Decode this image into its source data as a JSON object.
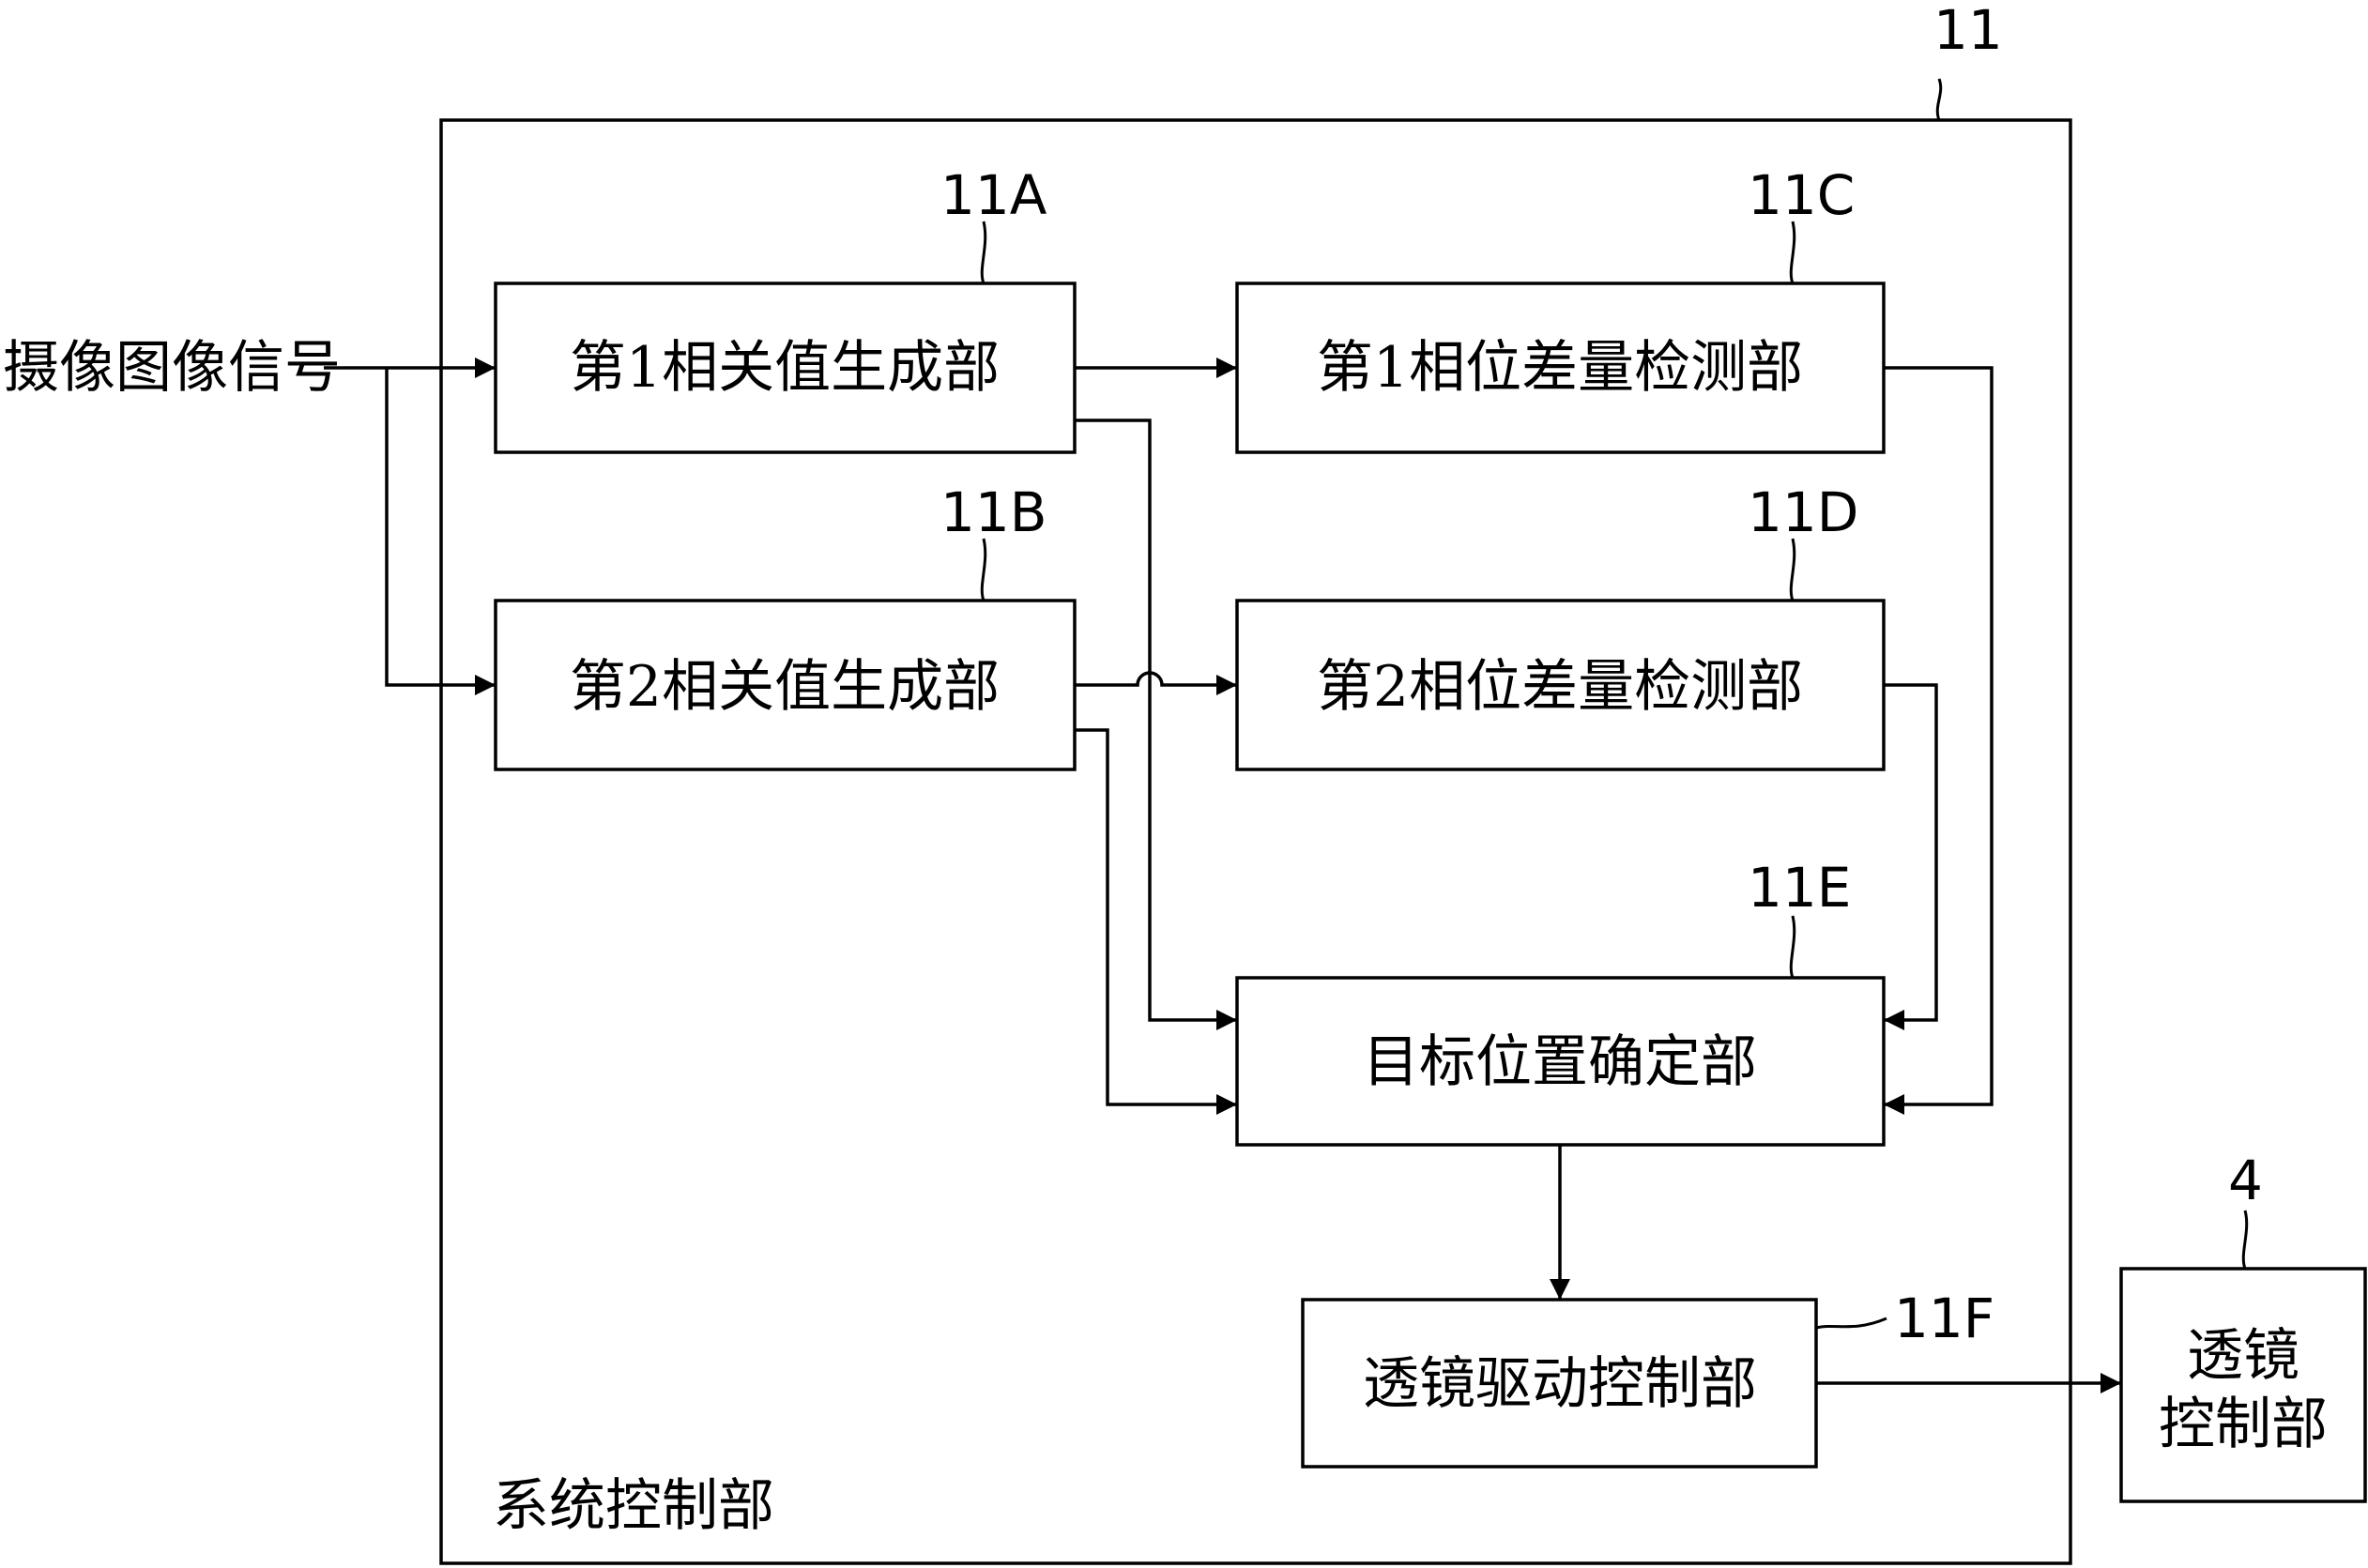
{
  "diagram": {
    "input_signal": "摄像图像信号",
    "system": {
      "ref": "11",
      "label": "系统控制部"
    },
    "blocks": {
      "corr1": {
        "ref": "11A",
        "label": "第1相关值生成部"
      },
      "corr2": {
        "ref": "11B",
        "label": "第2相关值生成部"
      },
      "phase1": {
        "ref": "11C",
        "label": "第1相位差量检测部"
      },
      "phase2": {
        "ref": "11D",
        "label": "第2相位差量检测部"
      },
      "target": {
        "ref": "11E",
        "label": "目标位置确定部"
      },
      "lensdrv": {
        "ref": "11F",
        "label": "透镜驱动控制部"
      }
    },
    "lens_control": {
      "ref": "4",
      "label_line1": "透镜",
      "label_line2": "控制部"
    }
  }
}
